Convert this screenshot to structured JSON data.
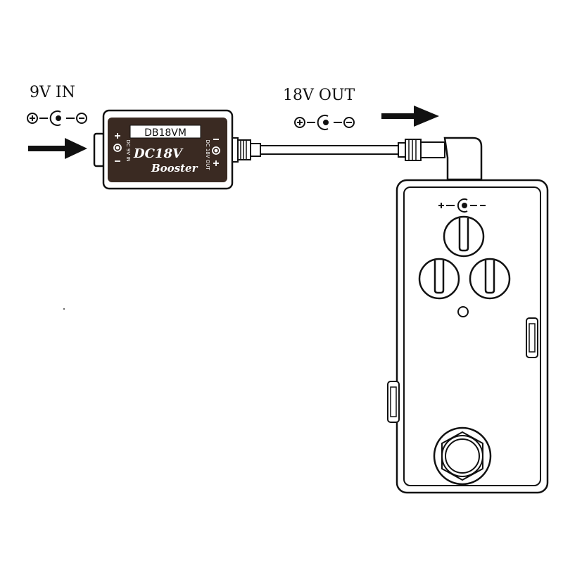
{
  "labels": {
    "input_voltage": "9V IN",
    "output_voltage": "18V OUT"
  },
  "booster": {
    "model": "DB18VM",
    "line1": "DC18V",
    "line2": "Booster",
    "in_port": "DC 9V IN",
    "out_port": "DC 18V OUT"
  },
  "colors": {
    "ink": "#111111",
    "body_fill": "#3a2a22",
    "paper": "#ffffff"
  },
  "icons": [
    "polarity-symbol",
    "arrow-right-icon",
    "dc-jack-icon",
    "knob",
    "footswitch",
    "led"
  ]
}
